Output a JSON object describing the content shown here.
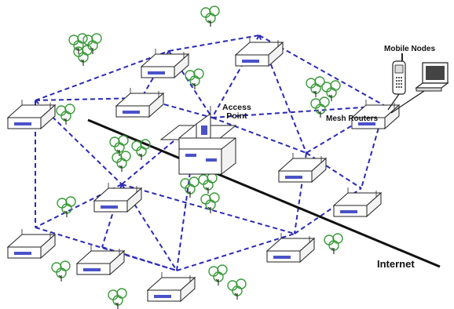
{
  "diagram": {
    "labels": {
      "mobile_nodes": "Mobile Nodes",
      "access_point_line1": "Access",
      "access_point_line2": "Point",
      "mesh_routers": "Mesh Routers",
      "internet": "Internet"
    },
    "colors": {
      "link": "#2a2ab8",
      "router_fill": "#ffffff",
      "router_stroke": "#222222",
      "router_stripe": "#4a52c8",
      "tree_stroke": "#3a9a3a",
      "internet_line": "#111111"
    },
    "icons": [
      "mesh-router-icon",
      "access-point-building-icon",
      "mobile-phone-icon",
      "laptop-icon",
      "tree-icon"
    ]
  }
}
